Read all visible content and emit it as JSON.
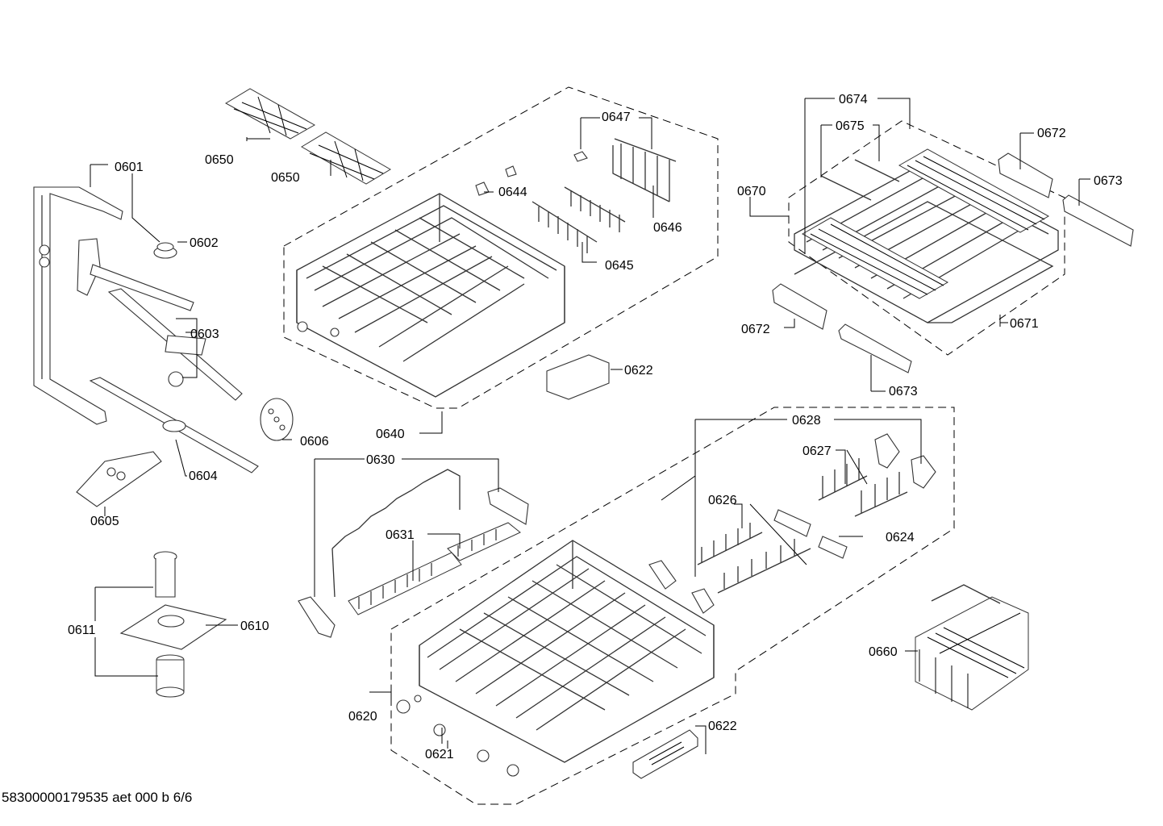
{
  "document_id": "58300000179535 aet 000 b 6/6",
  "part_labels": [
    "0601",
    "0602",
    "0603",
    "0604",
    "0605",
    "0606",
    "0610",
    "0611",
    "0620",
    "0621",
    "0622",
    "0622",
    "0624",
    "0626",
    "0627",
    "0628",
    "0630",
    "0631",
    "0640",
    "0644",
    "0645",
    "0646",
    "0647",
    "0650",
    "0650",
    "0660",
    "0670",
    "0671",
    "0672",
    "0672",
    "0673",
    "0673",
    "0674",
    "0675"
  ]
}
